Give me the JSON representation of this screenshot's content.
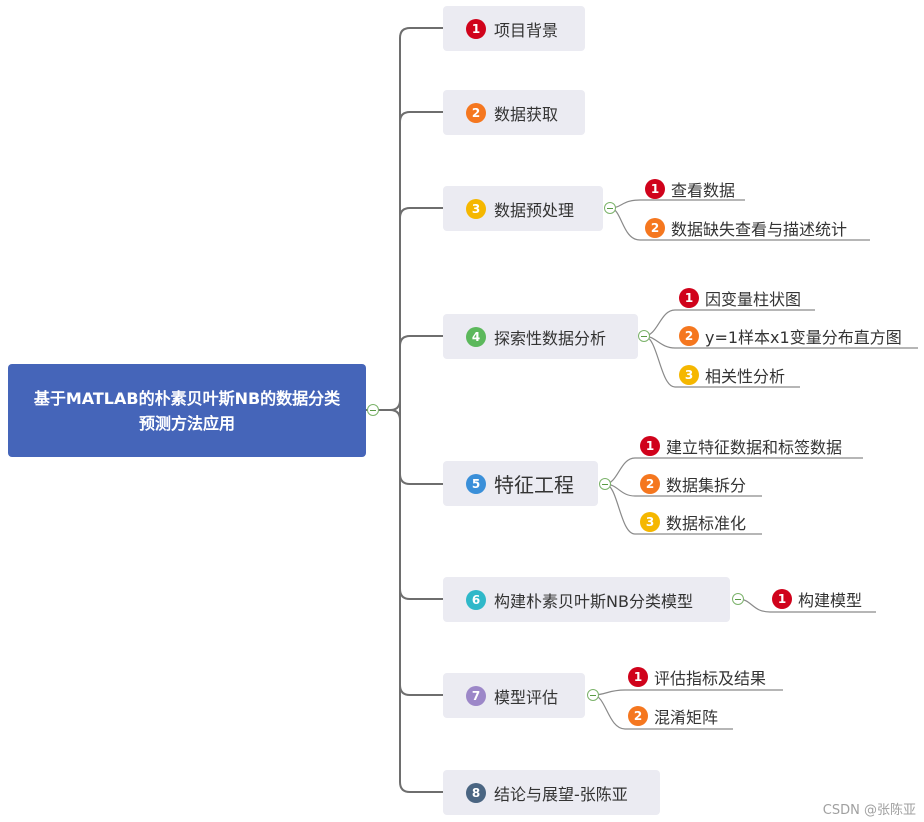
{
  "root": {
    "label": "基于MATLAB的朴素贝叶斯NB的数据分类预测方法应用"
  },
  "badge_colors": [
    "#d0021b",
    "#f5771f",
    "#f5b700",
    "#5cb85c",
    "#3a8fd9",
    "#2fb8c9",
    "#9c87c8",
    "#4a6582"
  ],
  "branches": [
    {
      "num": "1",
      "label": "项目背景",
      "children": []
    },
    {
      "num": "2",
      "label": "数据获取",
      "children": []
    },
    {
      "num": "3",
      "label": "数据预处理",
      "children": [
        {
          "num": "1",
          "label": "查看数据"
        },
        {
          "num": "2",
          "label": "数据缺失查看与描述统计"
        }
      ]
    },
    {
      "num": "4",
      "label": "探索性数据分析",
      "children": [
        {
          "num": "1",
          "label": "因变量柱状图"
        },
        {
          "num": "2",
          "label": "y=1样本x1变量分布直方图"
        },
        {
          "num": "3",
          "label": "相关性分析"
        }
      ]
    },
    {
      "num": "5",
      "label": "特征工程",
      "children": [
        {
          "num": "1",
          "label": "建立特征数据和标签数据"
        },
        {
          "num": "2",
          "label": "数据集拆分"
        },
        {
          "num": "3",
          "label": "数据标准化"
        }
      ]
    },
    {
      "num": "6",
      "label": "构建朴素贝叶斯NB分类模型",
      "children": [
        {
          "num": "1",
          "label": "构建模型"
        }
      ]
    },
    {
      "num": "7",
      "label": "模型评估",
      "children": [
        {
          "num": "1",
          "label": "评估指标及结果"
        },
        {
          "num": "2",
          "label": "混淆矩阵"
        }
      ]
    },
    {
      "num": "8",
      "label": "结论与展望-张陈亚",
      "children": []
    }
  ],
  "watermark": "CSDN @张陈亚"
}
